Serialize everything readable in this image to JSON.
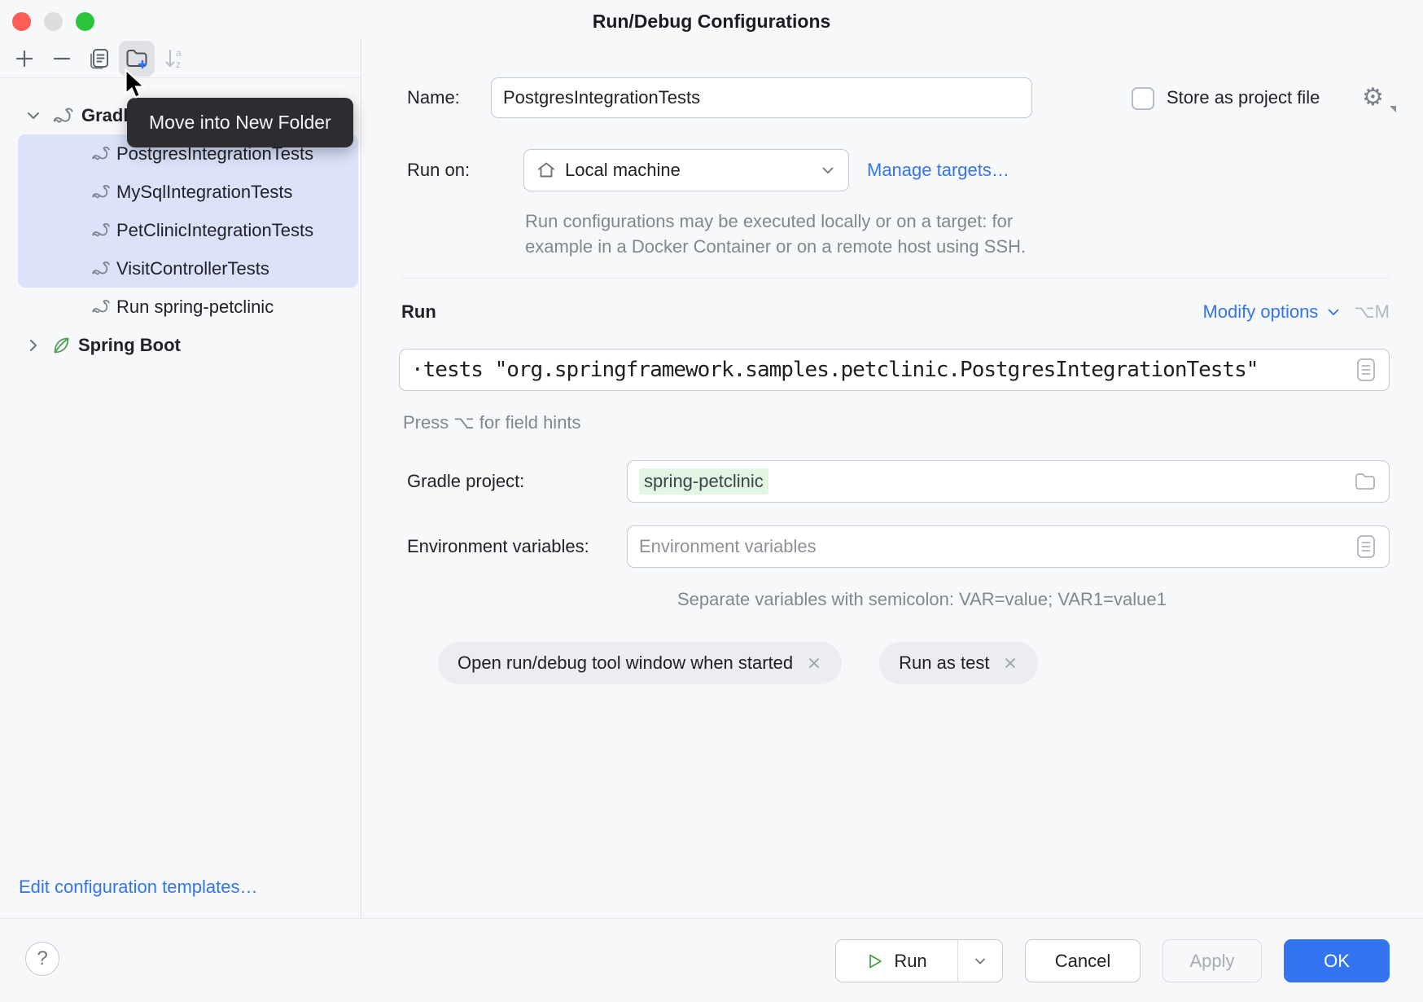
{
  "window": {
    "title": "Run/Debug Configurations"
  },
  "colors": {
    "accent": "#3574f0",
    "selection": "#dbe2fa",
    "tooltip_bg": "#2b2d30",
    "tag_bg": "#ebedf1",
    "value_highlight": "#e2f5e2",
    "run_green": "#4da14d"
  },
  "toolbar": {
    "add": "add-configuration",
    "remove": "remove-configuration",
    "copy": "copy-configuration",
    "new_folder": "move-into-new-folder",
    "sort": "sort-configurations"
  },
  "tooltip": {
    "text": "Move into New Folder"
  },
  "tree": {
    "root_label": "Gradle",
    "items": [
      {
        "label": "PostgresIntegrationTests",
        "selected": true
      },
      {
        "label": "MySqlIntegrationTests",
        "selected": true
      },
      {
        "label": "PetClinicIntegrationTests",
        "selected": true
      },
      {
        "label": "VisitControllerTests",
        "selected": true
      },
      {
        "label": "Run spring-petclinic",
        "selected": false
      }
    ],
    "spring_boot_label": "Spring Boot",
    "edit_templates_link": "Edit configuration templates…"
  },
  "form": {
    "name_row": {
      "label": "Name:",
      "value": "PostgresIntegrationTests"
    },
    "store": {
      "label": "Store as project file"
    },
    "run_on": {
      "label": "Run on:",
      "value": "Local machine",
      "manage_link": "Manage targets…",
      "help_lines": [
        "Run configurations may be executed locally or on a target: for",
        "example in a Docker Container or on a remote host using SSH."
      ]
    },
    "run_section": {
      "title": "Run",
      "modify_options": "Modify options",
      "shortcut": "⌥M",
      "command": "·tests \"org.springframework.samples.petclinic.PostgresIntegrationTests\"",
      "field_hint": "Press ⌥ for field hints"
    },
    "gradle_project": {
      "label": "Gradle project:",
      "value": "spring-petclinic"
    },
    "env": {
      "label": "Environment variables:",
      "placeholder": "Environment variables",
      "hint": "Separate variables with semicolon: VAR=value; VAR1=value1"
    },
    "tags": [
      {
        "label": "Open run/debug tool window when started"
      },
      {
        "label": "Run as test"
      }
    ]
  },
  "footer": {
    "help": "?",
    "run": "Run",
    "cancel": "Cancel",
    "apply": "Apply",
    "ok": "OK"
  }
}
